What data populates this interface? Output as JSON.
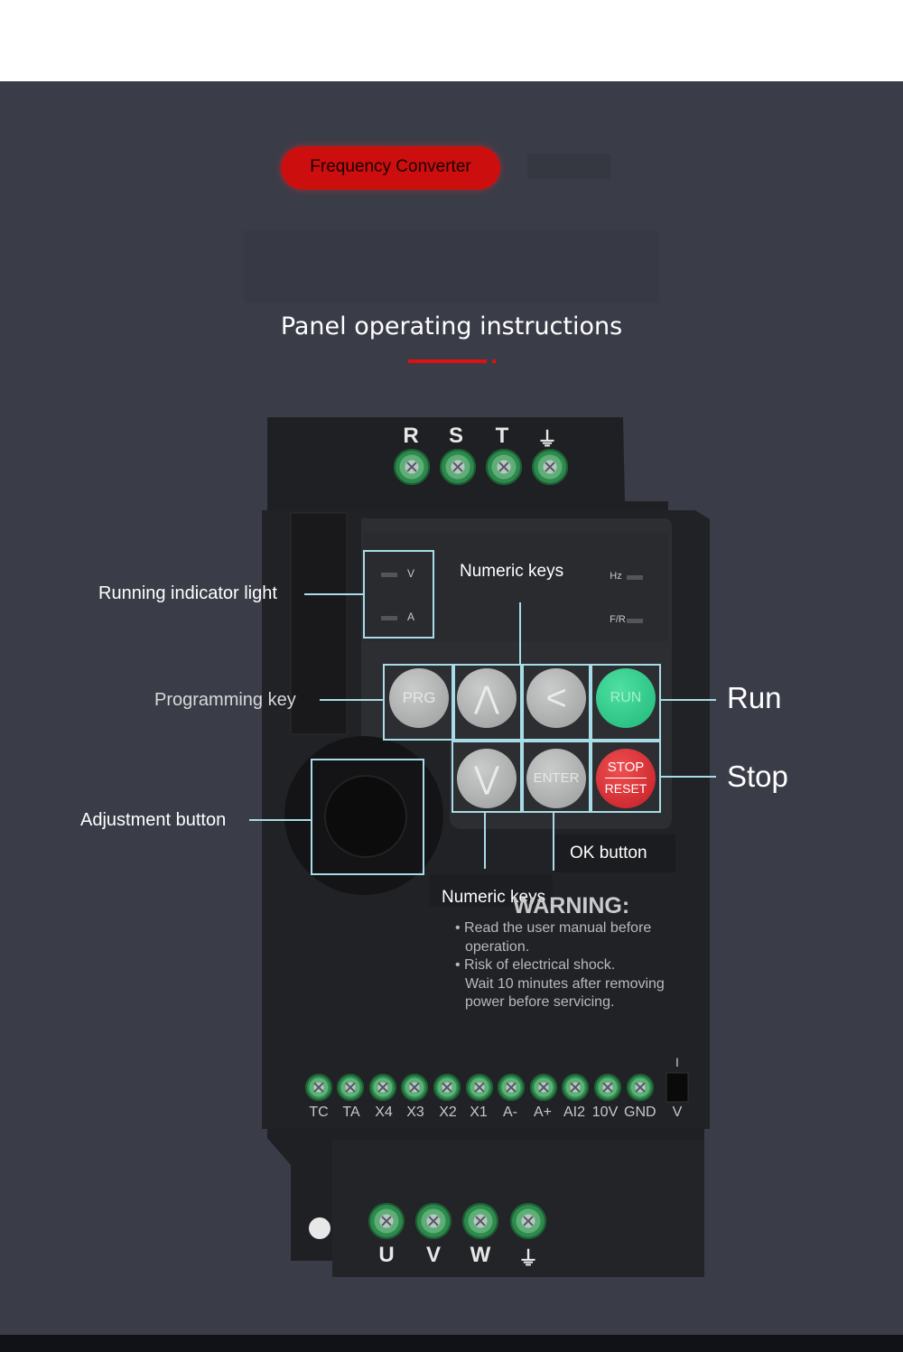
{
  "header": {
    "badge_label": "Frequency Converter",
    "headline": "Panel operating instructions"
  },
  "device": {
    "input_terminals": [
      "R",
      "S",
      "T",
      "⏚"
    ],
    "output_terminals": [
      "U",
      "V",
      "W",
      "⏚"
    ],
    "control_terminals": [
      "TC",
      "TA",
      "X4",
      "X3",
      "X2",
      "X1",
      "A-",
      "A+",
      "AI2",
      "10V",
      "GND"
    ],
    "switch_labels": [
      "I",
      "V"
    ],
    "indicator_labels": [
      "V",
      "A",
      "Hz",
      "F/R"
    ],
    "keys": {
      "prg": "PRG",
      "up": "⋀",
      "left": "<",
      "down": "⋁",
      "enter": "ENTER",
      "run": "RUN",
      "stop_top": "STOP",
      "stop_bottom": "RESET"
    },
    "warning": {
      "title": "WARNING:",
      "lines": [
        "• Read the user manual before",
        "operation.",
        "• Risk of electrical shock.",
        "Wait 10 minutes after removing",
        "power before servicing."
      ]
    }
  },
  "callouts": {
    "running_indicator": "Running indicator light",
    "numeric_keys_top": "Numeric keys",
    "programming_key": "Programming key",
    "run": "Run",
    "stop": "Stop",
    "adjustment_button": "Adjustment button",
    "ok_button": "OK button",
    "numeric_keys_bottom": "Numeric keys"
  },
  "colors": {
    "background": "#3a3d48",
    "badge": "#cc0e0e",
    "callout_line": "#a7dce8",
    "run_key": "#1fb87a",
    "stop_key": "#c21d27",
    "terminal_green": "#2c8a4c"
  }
}
